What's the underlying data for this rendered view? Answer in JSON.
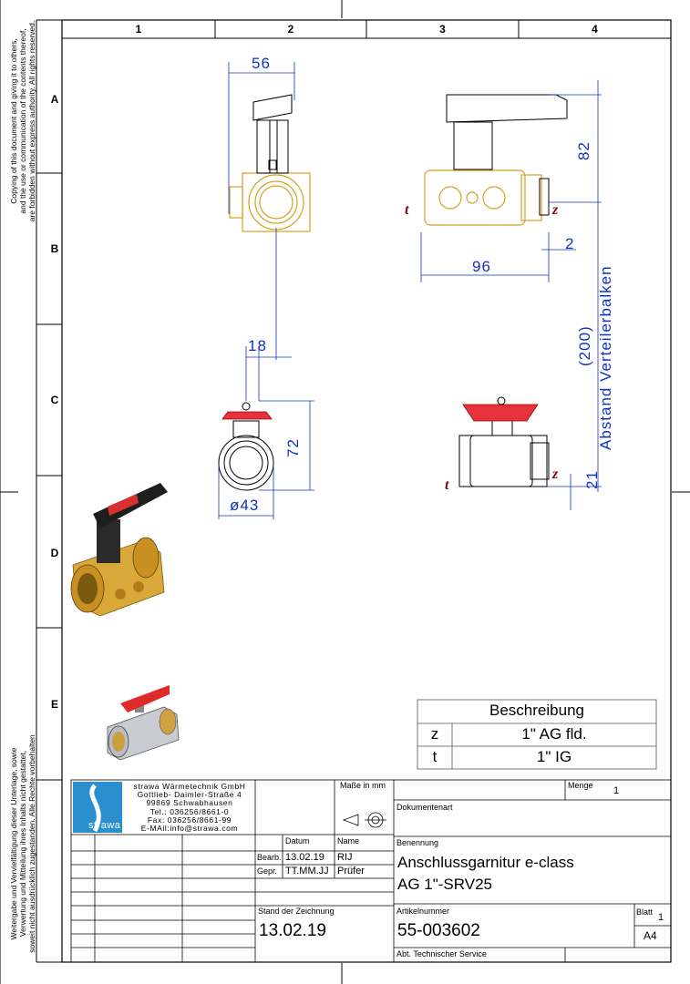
{
  "grid": {
    "columns": [
      "1",
      "2",
      "3",
      "4"
    ],
    "rows": [
      "A",
      "B",
      "C",
      "D",
      "E"
    ]
  },
  "copyright_notice": {
    "english": [
      "Copying of this document and giving it to others,",
      "and the use or communication of the contents thereof,",
      "are forbidden without express authority. All rights reserved."
    ],
    "german": [
      "Weitergabe und Vervielfältigung dieser Unterlage, sowie",
      "Verwertung und Mitteilung ihres Inhalts nicht gestattet,",
      "soweit nicht ausdrücklich zugestanden. Alle Rechte vorbehalten"
    ]
  },
  "dimensions": {
    "width_top": "56",
    "height_handle": "82",
    "offset": "2",
    "length": "96",
    "spacing": "(200)",
    "spacing_label": "Abstand Verteilerbalken",
    "thickness": "18",
    "height_valve": "72",
    "diameter": "ø43",
    "offset_bottom": "21"
  },
  "labels": {
    "t": "t",
    "z": "z"
  },
  "description_table": {
    "header": "Beschreibung",
    "rows": [
      {
        "key": "z",
        "value": "1\" AG fld."
      },
      {
        "key": "t",
        "value": "1\" IG"
      }
    ]
  },
  "title_block": {
    "company_lines": [
      "strawa Wärmetechnik GmbH",
      "Gottlieb- Daimler-Straße 4",
      "99869 Schwabhausen",
      "Tel.: 036256/8661-0",
      "Fax: 036256/8661-99",
      "E-MAil:info@strawa.com"
    ],
    "logo_text": "strawa",
    "scale_label": "Maße in mm",
    "menge_label": "Menge",
    "menge_value": "1",
    "dokumentenart_label": "Dokumentenart",
    "benennung_label": "Benennung",
    "datum_label": "Datum",
    "name_label": "Name",
    "bearb_label": "Bearb.",
    "bearb_date": "13.02.19",
    "bearb_name": "RIJ",
    "gepr_label": "Gepr.",
    "gepr_date": "TT.MM.JJ",
    "gepr_name": "Prüfer",
    "title_line1": "Anschlussgarnitur e-class",
    "title_line2": "AG 1\"-SRV25",
    "stand_label": "Stand der Zeichnung",
    "stand_value": "13.02.19",
    "artikel_label": "Artikelnummer",
    "artikel_value": "55-003602",
    "blatt_label": "Blatt",
    "blatt_value": "1",
    "format": "A4",
    "department": "Abt. Technischer Service"
  }
}
